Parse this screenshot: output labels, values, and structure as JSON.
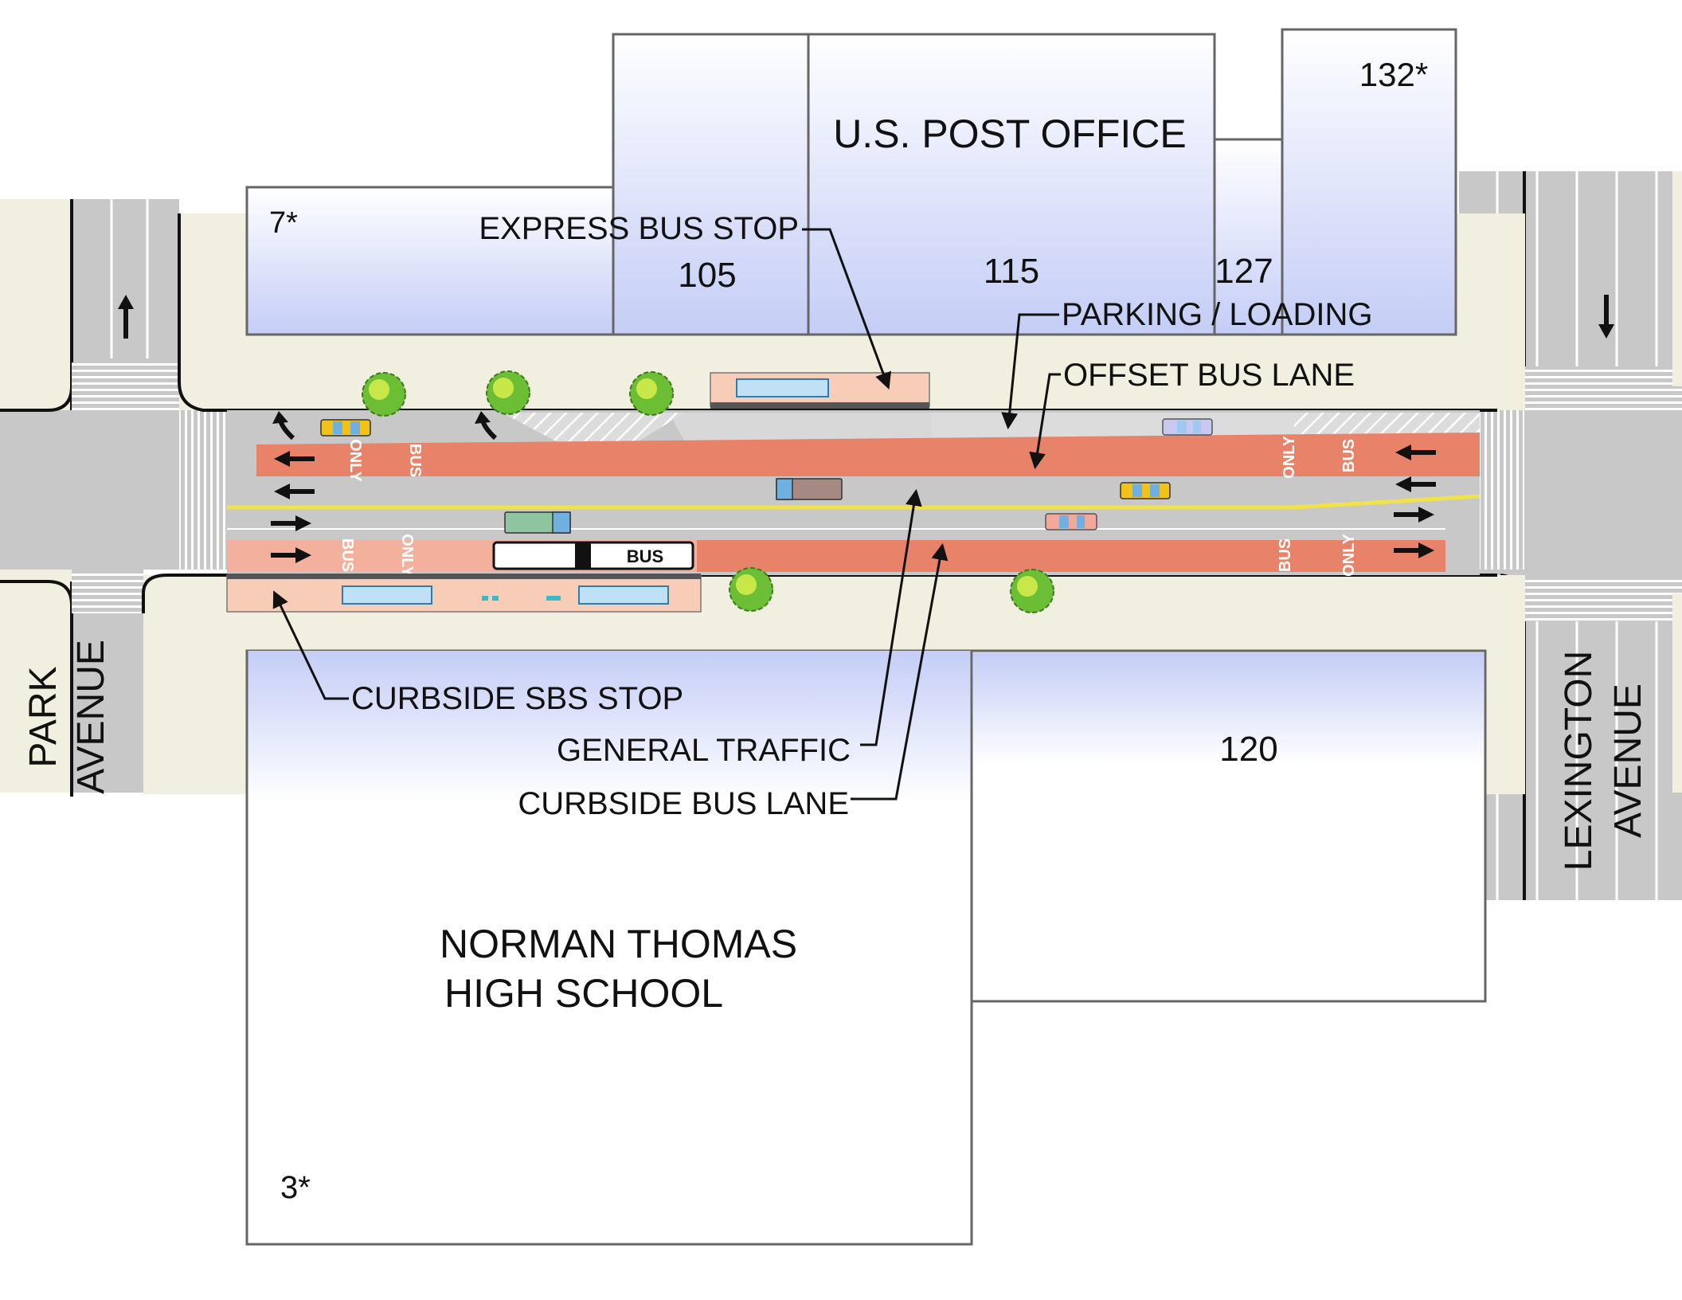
{
  "streets": {
    "left": [
      "PARK",
      "AVENUE"
    ],
    "right": [
      "LEXINGTON",
      "AVENUE"
    ]
  },
  "buildings": {
    "b7": "7*",
    "b105": "105",
    "post_office": "U.S. POST OFFICE",
    "b115": "115",
    "b127": "127",
    "b132": "132*",
    "b120": "120",
    "b3": "3*",
    "school": [
      "NORMAN THOMAS",
      "HIGH SCHOOL"
    ]
  },
  "callouts": {
    "express_bus_stop": "EXPRESS BUS STOP",
    "parking_loading": "PARKING / LOADING",
    "offset_bus_lane": "OFFSET BUS LANE",
    "curbside_sbs_stop": "CURBSIDE SBS STOP",
    "general_traffic": "GENERAL TRAFFIC",
    "curbside_bus_lane": "CURBSIDE BUS LANE"
  },
  "lane_markings": {
    "bus": "BUS",
    "only": "ONLY"
  },
  "vehicles": {
    "bus_label": "BUS"
  },
  "colors": {
    "bus_lane": "#e8836a",
    "bus_lane_light": "#f3b09c",
    "road": "#c8c8c8",
    "sidewalk": "#f1f0e0",
    "platform": "#f8cdb8",
    "center_line": "#f2e24a",
    "building_tint": "#c4cdf6"
  },
  "icons": [
    "up-arrow-icon",
    "down-arrow-icon",
    "left-arrow-icon",
    "right-arrow-icon",
    "turn-arrow-icon",
    "tree-icon",
    "taxi-icon",
    "car-icon",
    "truck-icon",
    "bus-icon"
  ]
}
